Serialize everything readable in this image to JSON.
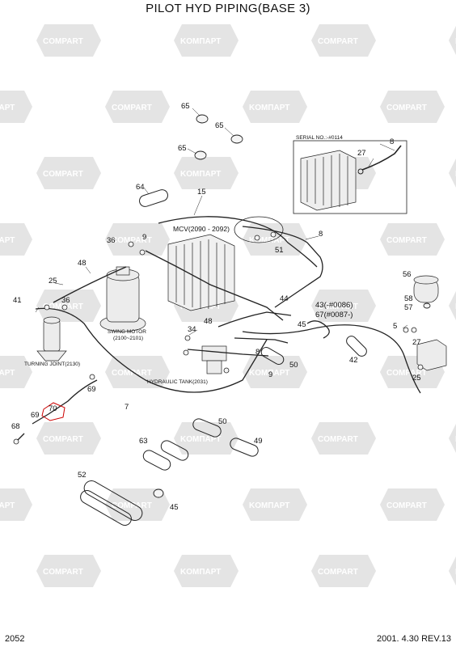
{
  "title": "PILOT HYD PIPING(BASE 3)",
  "page_number": "2052",
  "date_rev": "2001. 4.30  REV.13",
  "serial_box": {
    "label": "SERIAL NO.:-#0114"
  },
  "captions": {
    "mcv": "MCV(2090 - 2092)",
    "swing_motor": "SWING MOTOR",
    "swing_motor_ref": "(2100~2101)",
    "turning_joint": "TURNING JOINT(2130)",
    "hydraulic_tank": "HYDRAULIC TANK(2031)",
    "note_43": "43(-#0086)",
    "note_67": "67(#0087-)"
  },
  "parts": {
    "p65a": "65",
    "p65b": "65",
    "p65c": "65",
    "p64": "64",
    "p15": "15",
    "p8a": "8",
    "p8b": "8",
    "p8c": "8",
    "p27a": "27",
    "p27b": "27",
    "p36a": "36",
    "p36b": "36",
    "p9a": "9",
    "p9b": "9",
    "p51": "51",
    "p48a": "48",
    "p48b": "48",
    "p25a": "25",
    "p25b": "25",
    "p41": "41",
    "p44": "44",
    "p45a": "45",
    "p45b": "45",
    "p56": "56",
    "p58": "58",
    "p57": "57",
    "p5": "5",
    "p34": "34",
    "p50a": "50",
    "p50b": "50",
    "p42": "42",
    "p69a": "69",
    "p69b": "69",
    "p70": "70",
    "p68": "68",
    "p7": "7",
    "p63": "63",
    "p49": "49",
    "p52": "52"
  },
  "watermark": {
    "brand_a": "COMPART",
    "brand_b": "KOMПАРТ"
  }
}
